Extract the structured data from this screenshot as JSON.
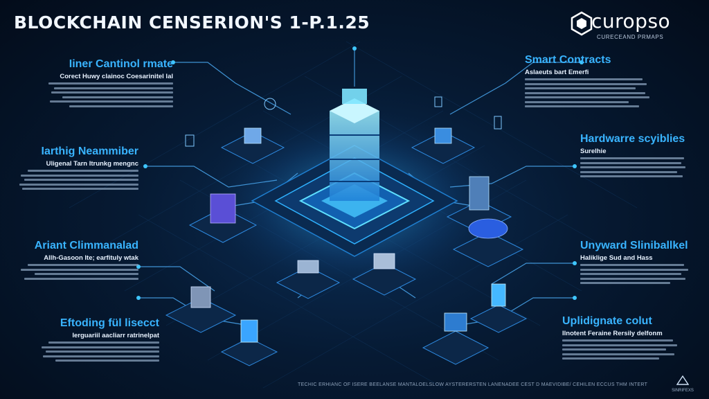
{
  "header": {
    "title": "BLOCKCHAIN CENSERION'S 1-P.1.25",
    "logo_name": "curopso",
    "logo_tagline": "CURECEAND PRMAPS"
  },
  "panels": {
    "left_1": {
      "title": "Iiner Cantinol rmate",
      "subtitle": "Corect Huwy clainoc Coesarinitel lal"
    },
    "left_2": {
      "title": "Iarthig Neammiber",
      "subtitle": "Uligenal Tarn Itrunkg mengnc"
    },
    "left_3": {
      "title": "Ariant Climmanalad",
      "subtitle": "Allh-Gasoon Ite; earfituly wtak"
    },
    "left_4": {
      "title": "Eftoding fül lisecct",
      "subtitle": "Ierguariil aacliarr ratrinelpat"
    },
    "right_1": {
      "title": "Smart Contracts",
      "subtitle": "Aslaeuts bart Emerfi"
    },
    "right_2": {
      "title": "Hardwarre scyiblies",
      "subtitle": "Surelhie"
    },
    "right_3": {
      "title": "Unyward Sliniballkel",
      "subtitle": "Haliklige Sud and Hass"
    },
    "right_4": {
      "title": "Uplidignate colut",
      "subtitle": "Ilnotent Feraine Rersily delfonm"
    }
  },
  "footer": {
    "text": "TECHIC ERHIANC OF ISERE BEELANSE MANTALOELSLOW AYSTERERSTEN LANENADEE CEST D MAEVIDIBE/ CEHILEN ECCUS THM INTERT",
    "corner_label": "SINRIFEXS"
  },
  "colors": {
    "accent": "#39b4ff",
    "glow": "#2fd1ff",
    "background": "#061a33",
    "circuit": "#1f5f98"
  }
}
